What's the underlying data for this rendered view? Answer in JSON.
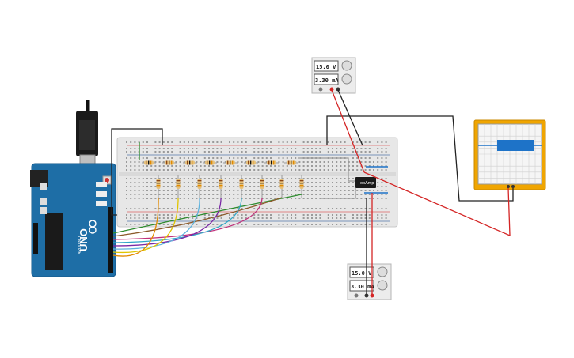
{
  "psu_top": {
    "voltage": "15.0 V",
    "current": "3.30 mA"
  },
  "psu_bottom": {
    "voltage": "15.0 V",
    "current": "3.30 mA"
  },
  "opamp": {
    "label": "opAmp"
  },
  "arduino": {
    "model": "UNO",
    "brand": "ARDUINO"
  },
  "colors": {
    "board_blue": "#1e6ea6",
    "wire_red": "#d42525",
    "wire_black": "#222222",
    "oscilloscope_frame": "#f0a500",
    "oscilloscope_trace": "#1e73c8"
  }
}
